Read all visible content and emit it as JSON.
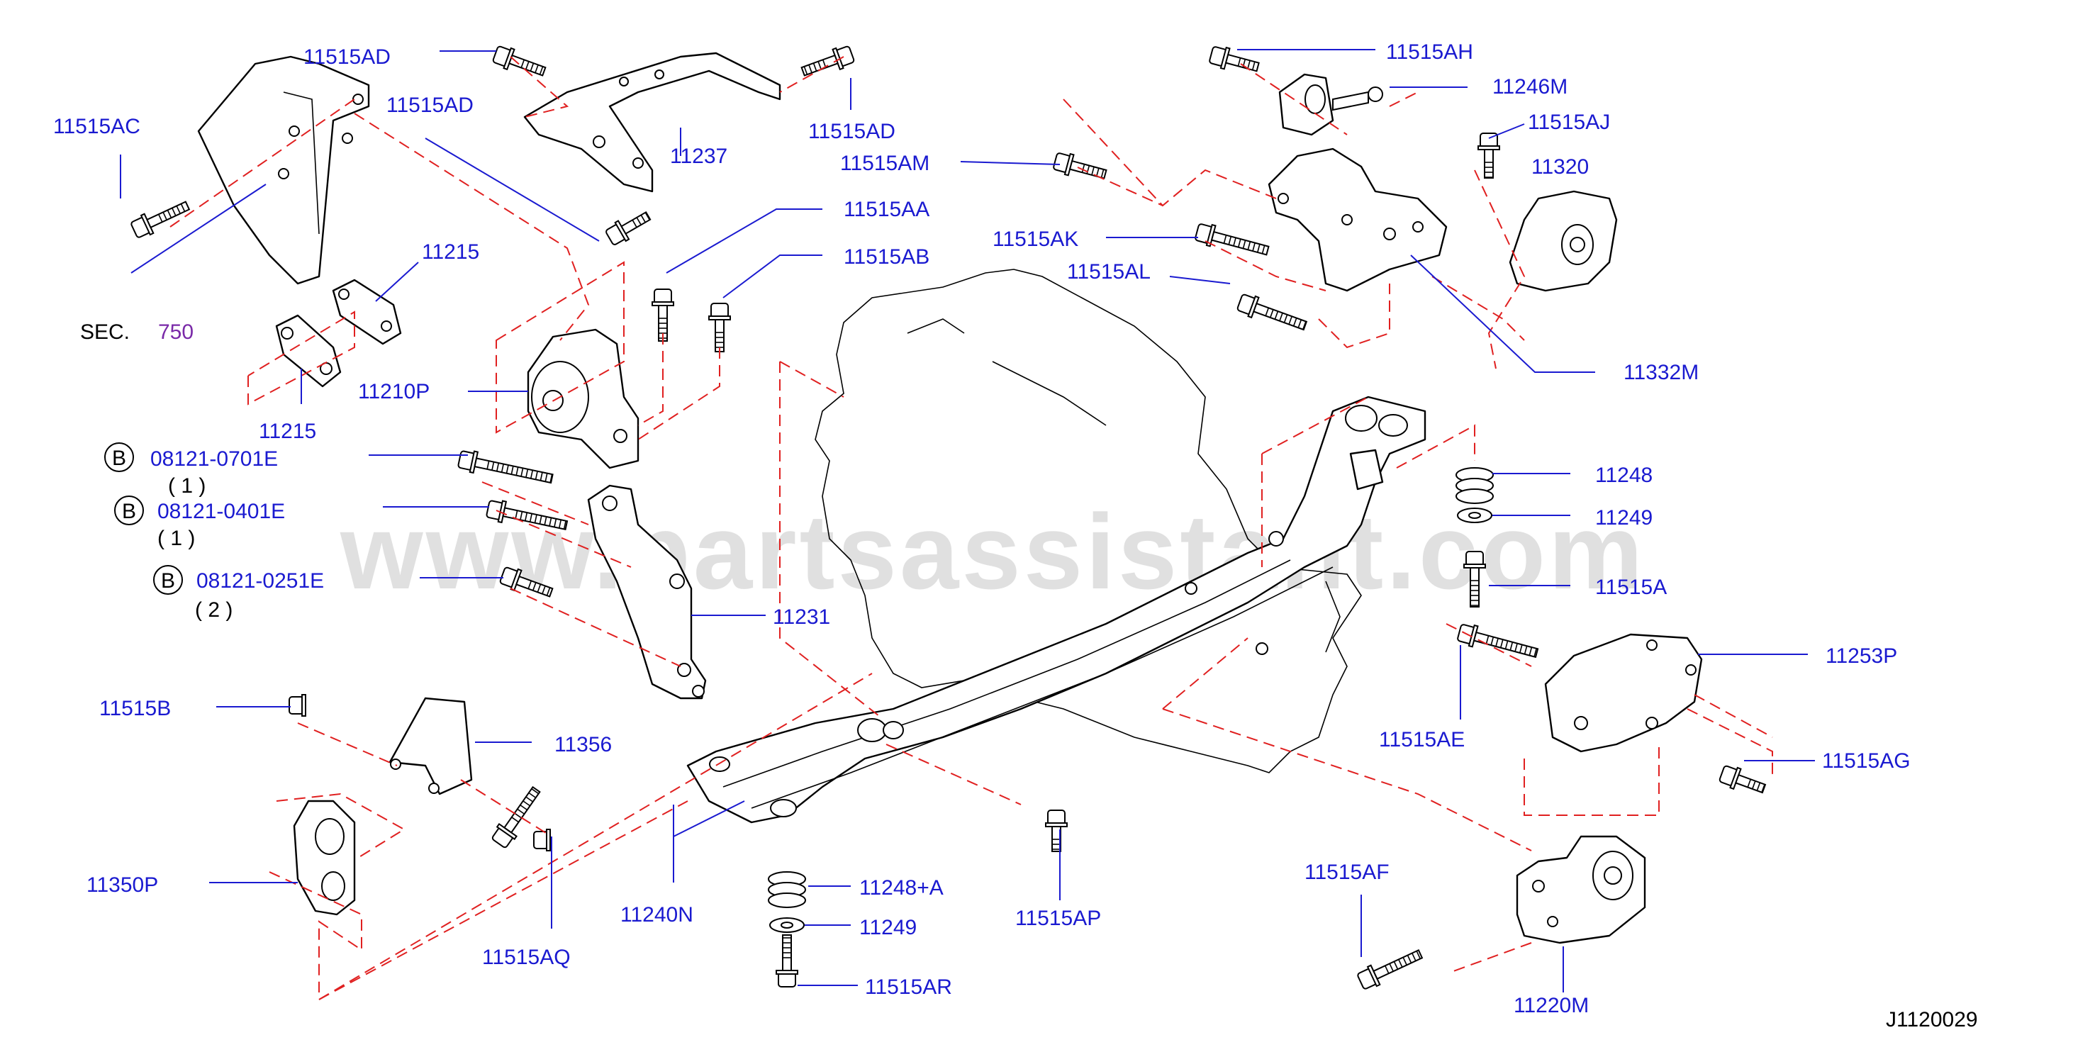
{
  "watermark": "www.partsassistant.com",
  "diagram_id": "J1120029",
  "sec_label": "SEC.",
  "sec_number": "750",
  "callouts": [
    {
      "id": "c1",
      "text": "11515AD"
    },
    {
      "id": "c2",
      "text": "11515AD"
    },
    {
      "id": "c3",
      "text": "11515AD"
    },
    {
      "id": "c4",
      "text": "11515AC"
    },
    {
      "id": "c5",
      "text": "11237"
    },
    {
      "id": "c6",
      "text": "11215"
    },
    {
      "id": "c7",
      "text": "11215"
    },
    {
      "id": "c8",
      "text": "11210P"
    },
    {
      "id": "c9",
      "text": "11515AA"
    },
    {
      "id": "c10",
      "text": "11515AB"
    },
    {
      "id": "c11",
      "text": "11515AH"
    },
    {
      "id": "c12",
      "text": "11246M"
    },
    {
      "id": "c13",
      "text": "11515AJ"
    },
    {
      "id": "c14",
      "text": "11515AM"
    },
    {
      "id": "c15",
      "text": "11320"
    },
    {
      "id": "c16",
      "text": "11515AK"
    },
    {
      "id": "c17",
      "text": "11515AL"
    },
    {
      "id": "c18",
      "text": "11332M"
    },
    {
      "id": "c19",
      "text": "11248"
    },
    {
      "id": "c20",
      "text": "11249"
    },
    {
      "id": "c21",
      "text": "11515A"
    },
    {
      "id": "c22",
      "text": "11231"
    },
    {
      "id": "c23",
      "text": "11253P"
    },
    {
      "id": "c24",
      "text": "11515AE"
    },
    {
      "id": "c25",
      "text": "11515AG"
    },
    {
      "id": "c26",
      "text": "11515B"
    },
    {
      "id": "c27",
      "text": "11356"
    },
    {
      "id": "c28",
      "text": "11350P"
    },
    {
      "id": "c29",
      "text": "11515AQ"
    },
    {
      "id": "c30",
      "text": "11240N"
    },
    {
      "id": "c31",
      "text": "11248+A"
    },
    {
      "id": "c32",
      "text": "11249"
    },
    {
      "id": "c33",
      "text": "11515AR"
    },
    {
      "id": "c34",
      "text": "11515AP"
    },
    {
      "id": "c35",
      "text": "11515AF"
    },
    {
      "id": "c36",
      "text": "11220M"
    }
  ],
  "bolt_refs": [
    {
      "badge": "B",
      "part": "08121-0701E",
      "qty": "( 1 )"
    },
    {
      "badge": "B",
      "part": "08121-0401E",
      "qty": "( 1 )"
    },
    {
      "badge": "B",
      "part": "08121-0251E",
      "qty": "( 2 )"
    }
  ]
}
